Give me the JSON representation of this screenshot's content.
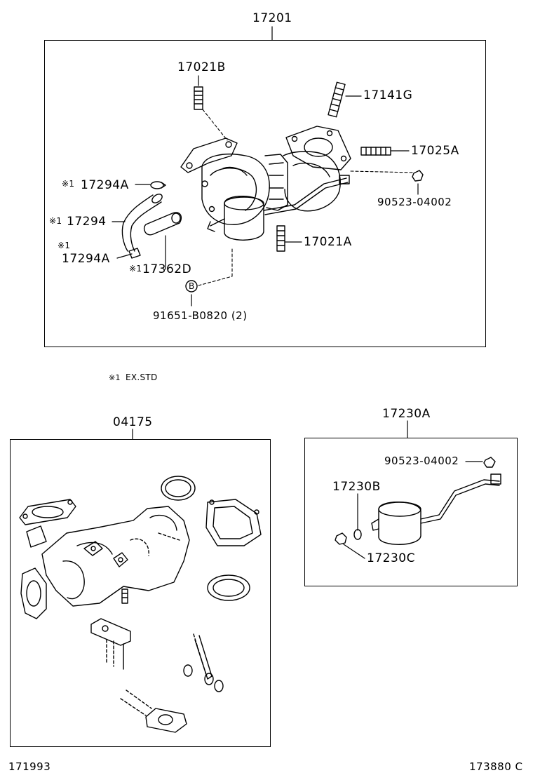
{
  "assembly_top": {
    "title": "17201",
    "labels": {
      "p17021B": "17021B",
      "p17141G": "17141G",
      "p17025A": "17025A",
      "p90523_top": "90523-04002",
      "p17021A": "17021A",
      "p17294A_upper": "17294A",
      "p17294": "17294",
      "p17294A_lower": "17294A",
      "p17362D": "17362D",
      "p91651": "91651-B0820 (2)",
      "circle_b": "B"
    },
    "marks": {
      "m1": "※1",
      "m2": "※1",
      "m3": "※1",
      "m4": "※1"
    }
  },
  "legend": {
    "mark": "※1",
    "text": "EX.STD"
  },
  "assembly_left": {
    "title": "04175"
  },
  "assembly_right": {
    "title": "17230A",
    "labels": {
      "p90523": "90523-04002",
      "p17230B": "17230B",
      "p17230C": "17230C"
    }
  },
  "footer": {
    "left_code": "171993",
    "right_code": "173880 C"
  }
}
